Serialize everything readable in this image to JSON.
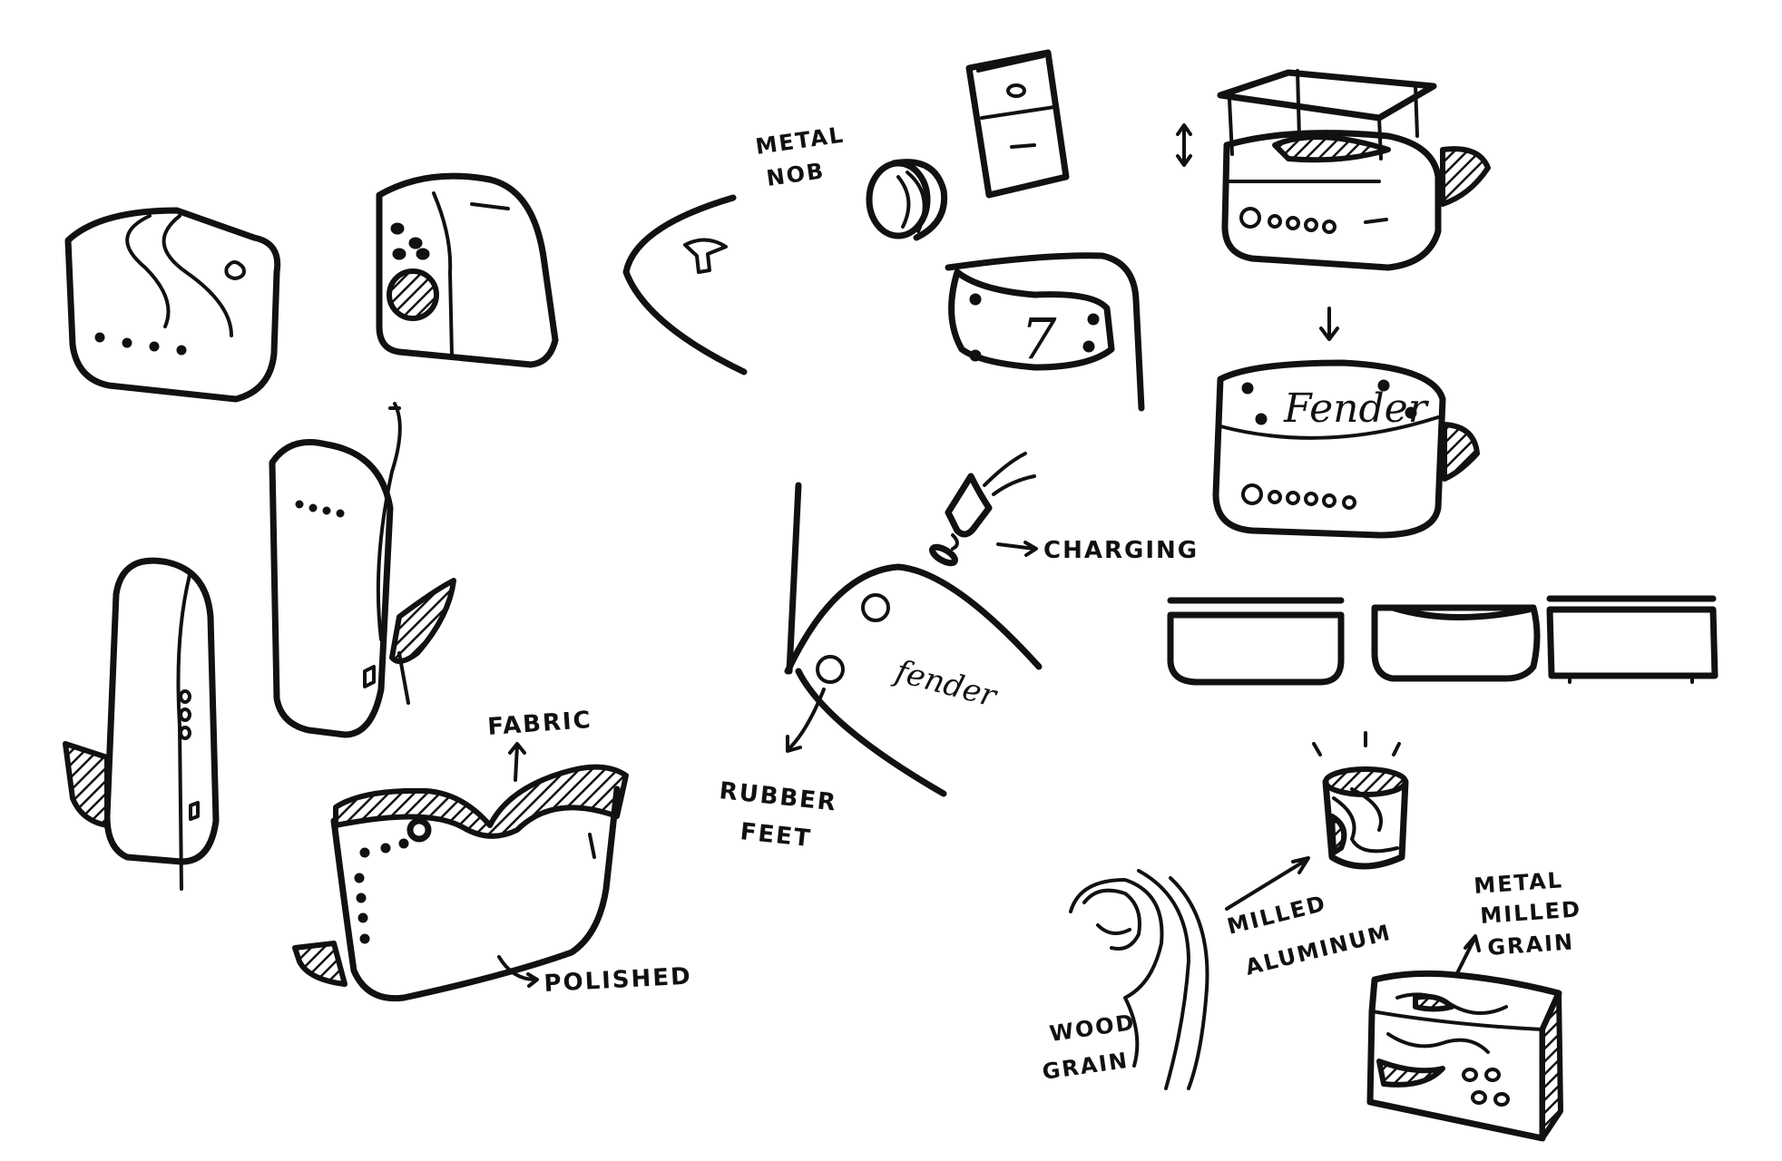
{
  "annotations": {
    "metal_nob": [
      "METAL",
      "NOB"
    ],
    "charging": "CHARGING",
    "rubber_feet": [
      "RUBBER",
      "FEET"
    ],
    "fabric": "FABRIC",
    "polished": "POLISHED",
    "milled_aluminum": [
      "MILLED",
      "ALUMINUM"
    ],
    "metal_milled_grain": [
      "METAL",
      "MILLED",
      "GRAIN"
    ],
    "wood_grain": [
      "WOOD",
      "GRAIN"
    ]
  },
  "brand_marks": {
    "top_case": "Fender",
    "side_detail": "fender",
    "badge_numeral": "7"
  },
  "colors": {
    "ink": "#111111",
    "paper": "#ffffff"
  }
}
